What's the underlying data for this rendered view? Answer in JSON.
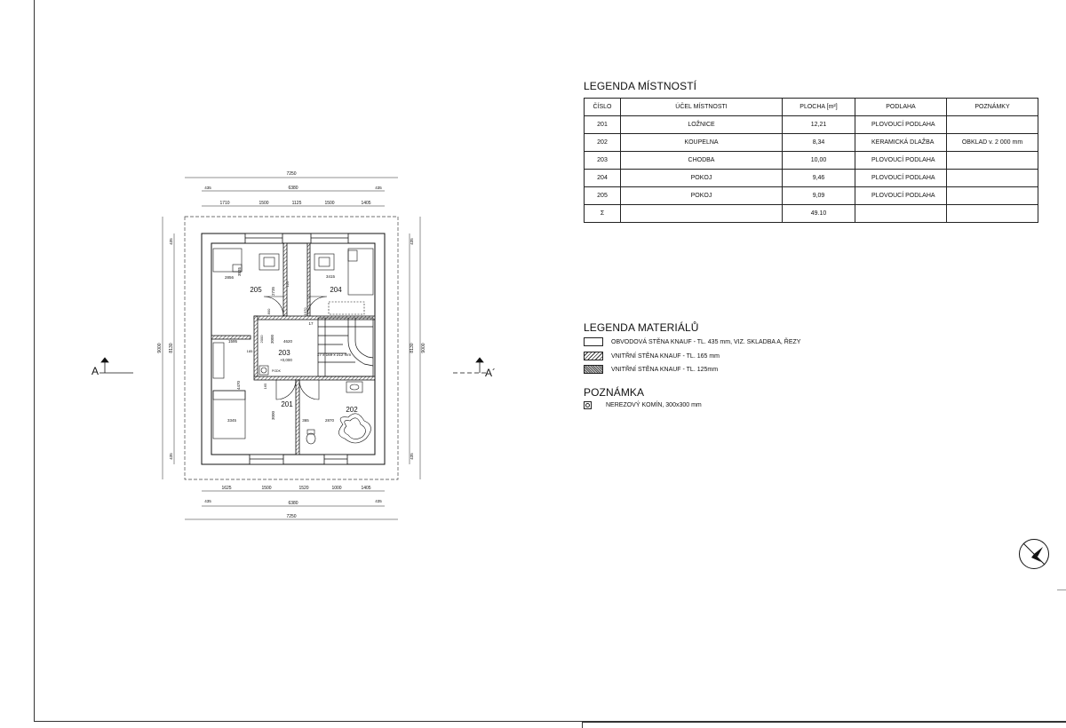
{
  "room_legend": {
    "title": "LEGENDA MÍSTNOSTÍ",
    "headers": [
      "ČÍSLO",
      "ÚČEL MÍSTNOSTI",
      "PLOCHA [m²]",
      "PODLAHA",
      "POZNÁMKY"
    ],
    "rows": [
      [
        "201",
        "LOŽNICE",
        "12,21",
        "PLOVOUCÍ PODLAHA",
        ""
      ],
      [
        "202",
        "KOUPELNA",
        "8,34",
        "KERAMICKÁ DLAŽBA",
        "OBKLAD v. 2 000 mm"
      ],
      [
        "203",
        "CHODBA",
        "10,00",
        "PLOVOUCÍ PODLAHA",
        ""
      ],
      [
        "204",
        "POKOJ",
        "9,46",
        "PLOVOUCÍ PODLAHA",
        ""
      ],
      [
        "205",
        "POKOJ",
        "9,09",
        "PLOVOUCÍ PODLAHA",
        ""
      ],
      [
        "Σ",
        "",
        "49.10",
        "",
        ""
      ]
    ]
  },
  "material_legend": {
    "title": "LEGENDA MATERIÁLŮ",
    "items": [
      "OBVODOVÁ STĚNA KNAUF - TL. 435 mm, VIZ. SKLADBA A, ŘEZY",
      "VNITŘNÍ STĚNA KNAUF - TL. 165 mm",
      "VNITŘNÍ STĚNA KNAUF - TL. 125mm"
    ]
  },
  "note": {
    "title": "POZNÁMKA",
    "item": "NEREZOVÝ KOMÍN, 300x300 mm"
  },
  "plan": {
    "top_dims": {
      "overall": "7250",
      "inner": "6380",
      "wall_left": "435",
      "wall_right": "435",
      "segments": [
        "1710",
        "1500",
        "1125",
        "1500",
        "1405"
      ]
    },
    "bottom_dims": {
      "overall": "7250",
      "inner": "6380",
      "wall_left": "435",
      "wall_right": "435",
      "segments": [
        "1625",
        "1500",
        "1520",
        "1000",
        "1405"
      ]
    },
    "side_dims": {
      "overall": "9000",
      "inner": "8130",
      "wall_top": "435",
      "wall_bottom": "435"
    },
    "rooms": [
      {
        "id": "205",
        "dims": [
          "2856",
          "3535",
          "2735"
        ]
      },
      {
        "id": "204",
        "dims": [
          "3415"
        ]
      },
      {
        "id": "203",
        "dims": [
          "4620",
          "3000"
        ],
        "level": "+0,000"
      },
      {
        "id": "201",
        "dims": [
          "3345",
          "4470",
          "3000"
        ]
      },
      {
        "id": "202",
        "dims": [
          "2870",
          "365"
        ]
      }
    ],
    "stairs_label": "17 x 169 x 212 mm",
    "chimney_label": "PGDK",
    "misc_dims": [
      "125",
      "1595",
      "185",
      "165",
      "2000",
      "800",
      "1970",
      "17"
    ],
    "section_left": "A",
    "section_right": "A´"
  }
}
